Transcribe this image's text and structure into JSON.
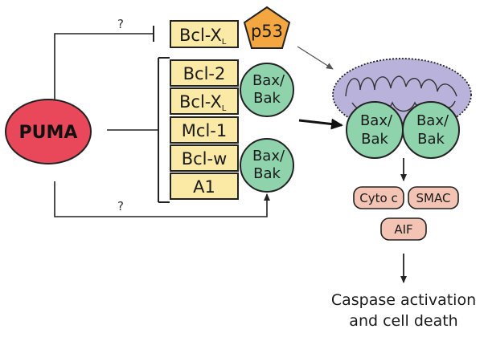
{
  "nodes": {
    "puma": "PUMA",
    "bcl_xl_top": "Bcl-X",
    "bcl_xl_top_sub": "L",
    "p53": "p53",
    "bcl2": "Bcl-2",
    "bcl_xl": "Bcl-X",
    "bcl_xl_sub": "L",
    "mcl1": "Mcl-1",
    "bclw": "Bcl-w",
    "a1": "A1",
    "bax_line1": "Bax/",
    "bax_line2": "Bak",
    "cyto_c": "Cyto c",
    "smac": "SMAC",
    "aif": "AIF"
  },
  "labels": {
    "question_top": "?",
    "question_bottom": "?"
  },
  "outcome": {
    "line1": "Caspase activation",
    "line2": "and cell death"
  },
  "colors": {
    "puma_fill": "#e8485a",
    "p53_fill": "#f4a640",
    "box_fill": "#fbe9a6",
    "baxbak_fill": "#8fd3ad",
    "mito_fill": "#b9b3dc",
    "release_fill": "#f3c3b4"
  }
}
